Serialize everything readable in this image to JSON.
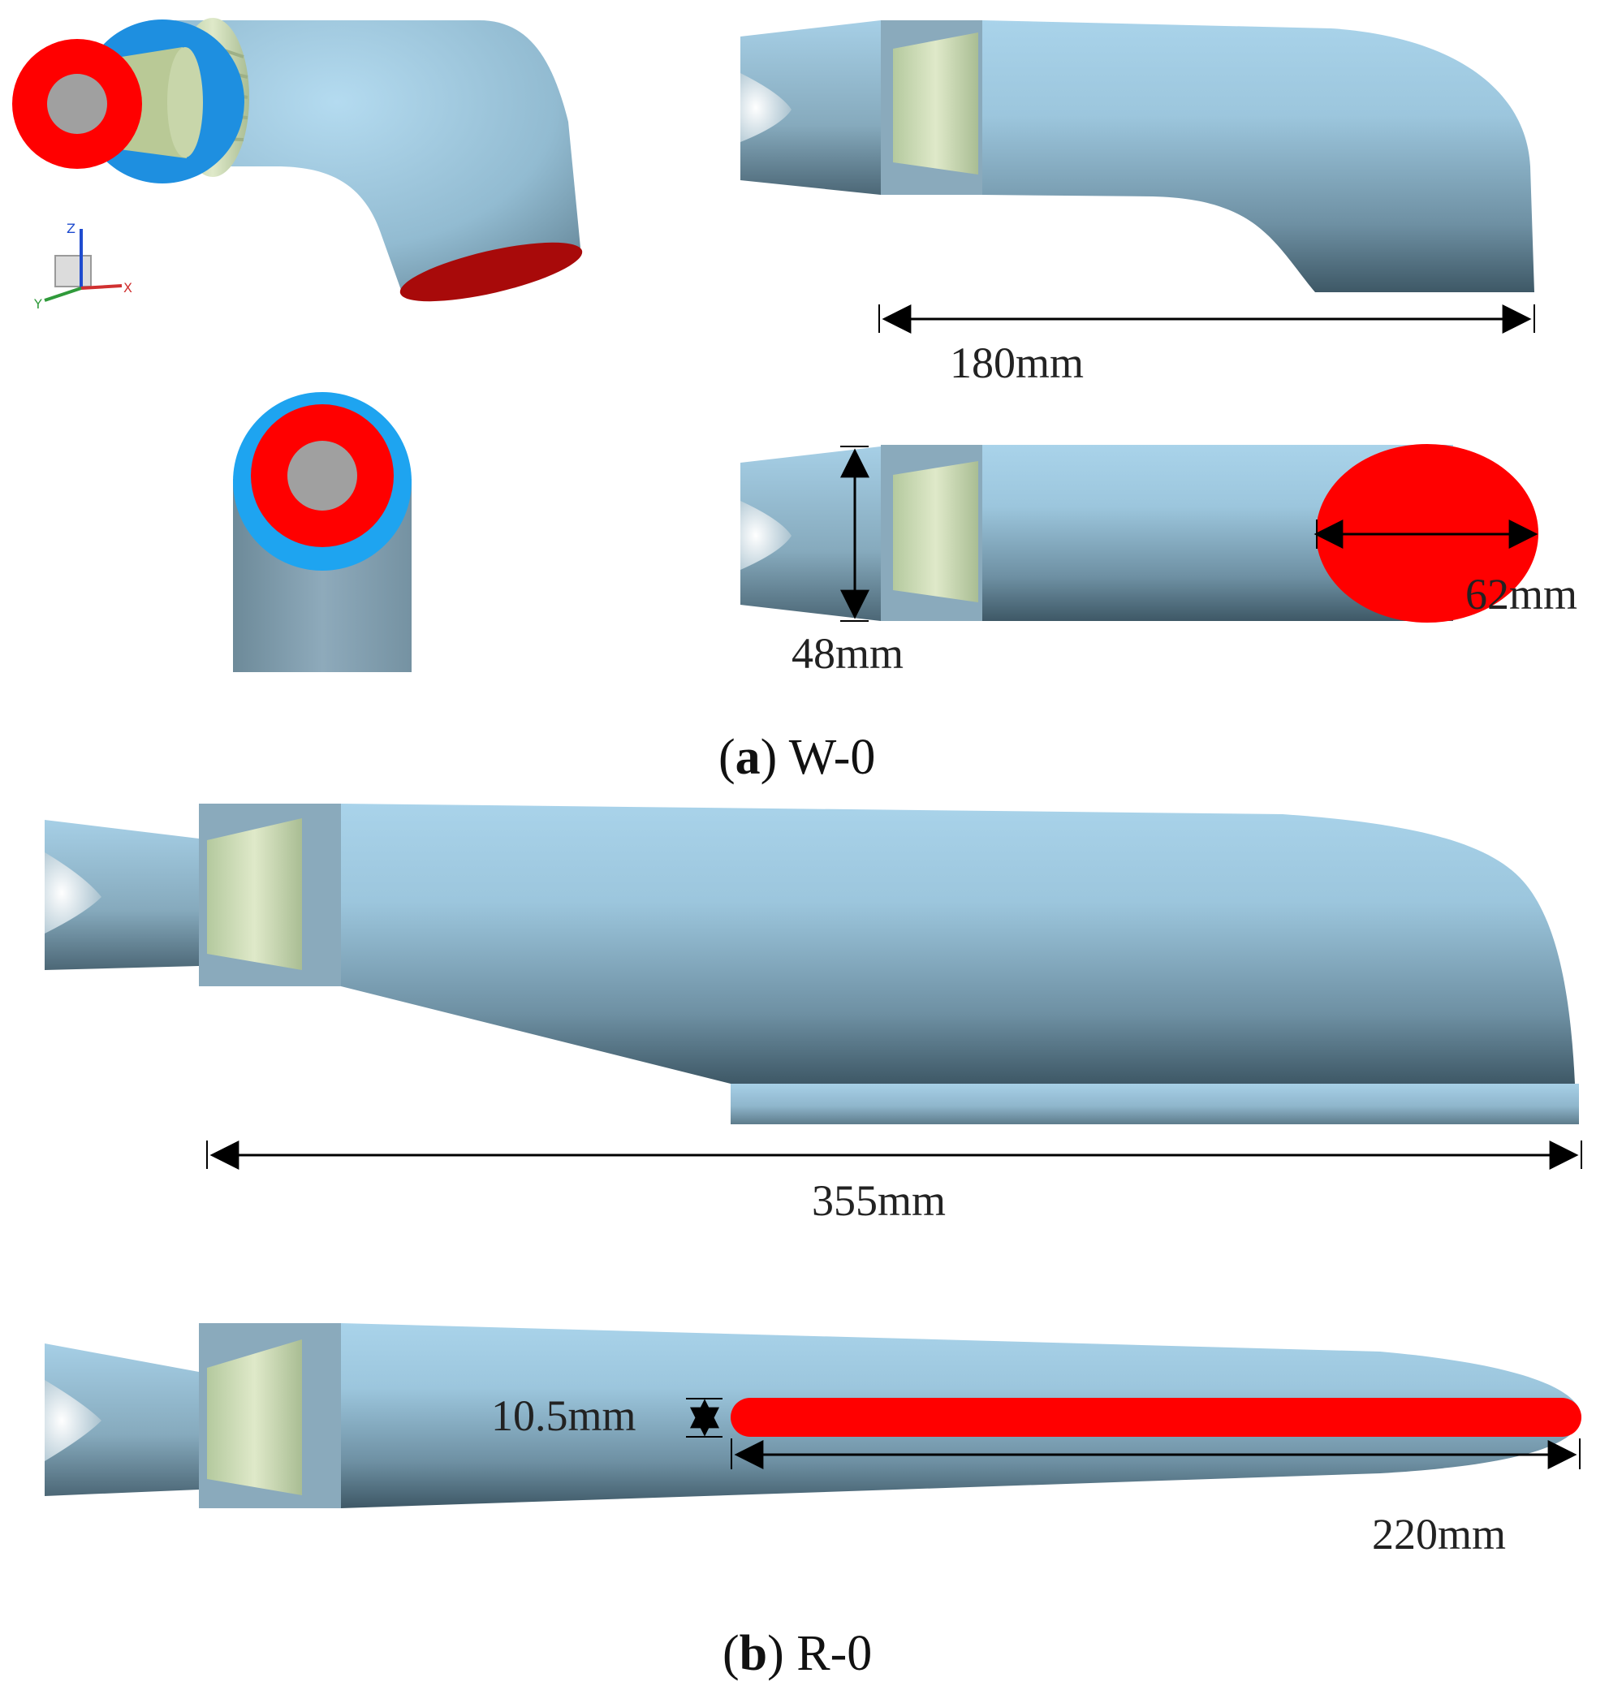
{
  "dimensions": {
    "w0_length": "180mm",
    "w0_width": "62mm",
    "w0_height": "48mm",
    "r0_length": "355mm",
    "r0_slot_height": "10.5mm",
    "r0_slot_length": "220mm"
  },
  "captions": {
    "a_letter": "a",
    "a_label": "W-0",
    "b_letter": "b",
    "b_label": "R-0"
  },
  "triad": {
    "x": "X",
    "y": "Y",
    "z": "Z"
  },
  "colors": {
    "body": "#9cc6dd",
    "body_dark": "#3e5866",
    "vanes": "#c9dcae",
    "outlet": "#ff0000",
    "outlet_dark": "#a80a0a",
    "ring": "#1e8fe0",
    "hub": "#a0a0a0"
  }
}
